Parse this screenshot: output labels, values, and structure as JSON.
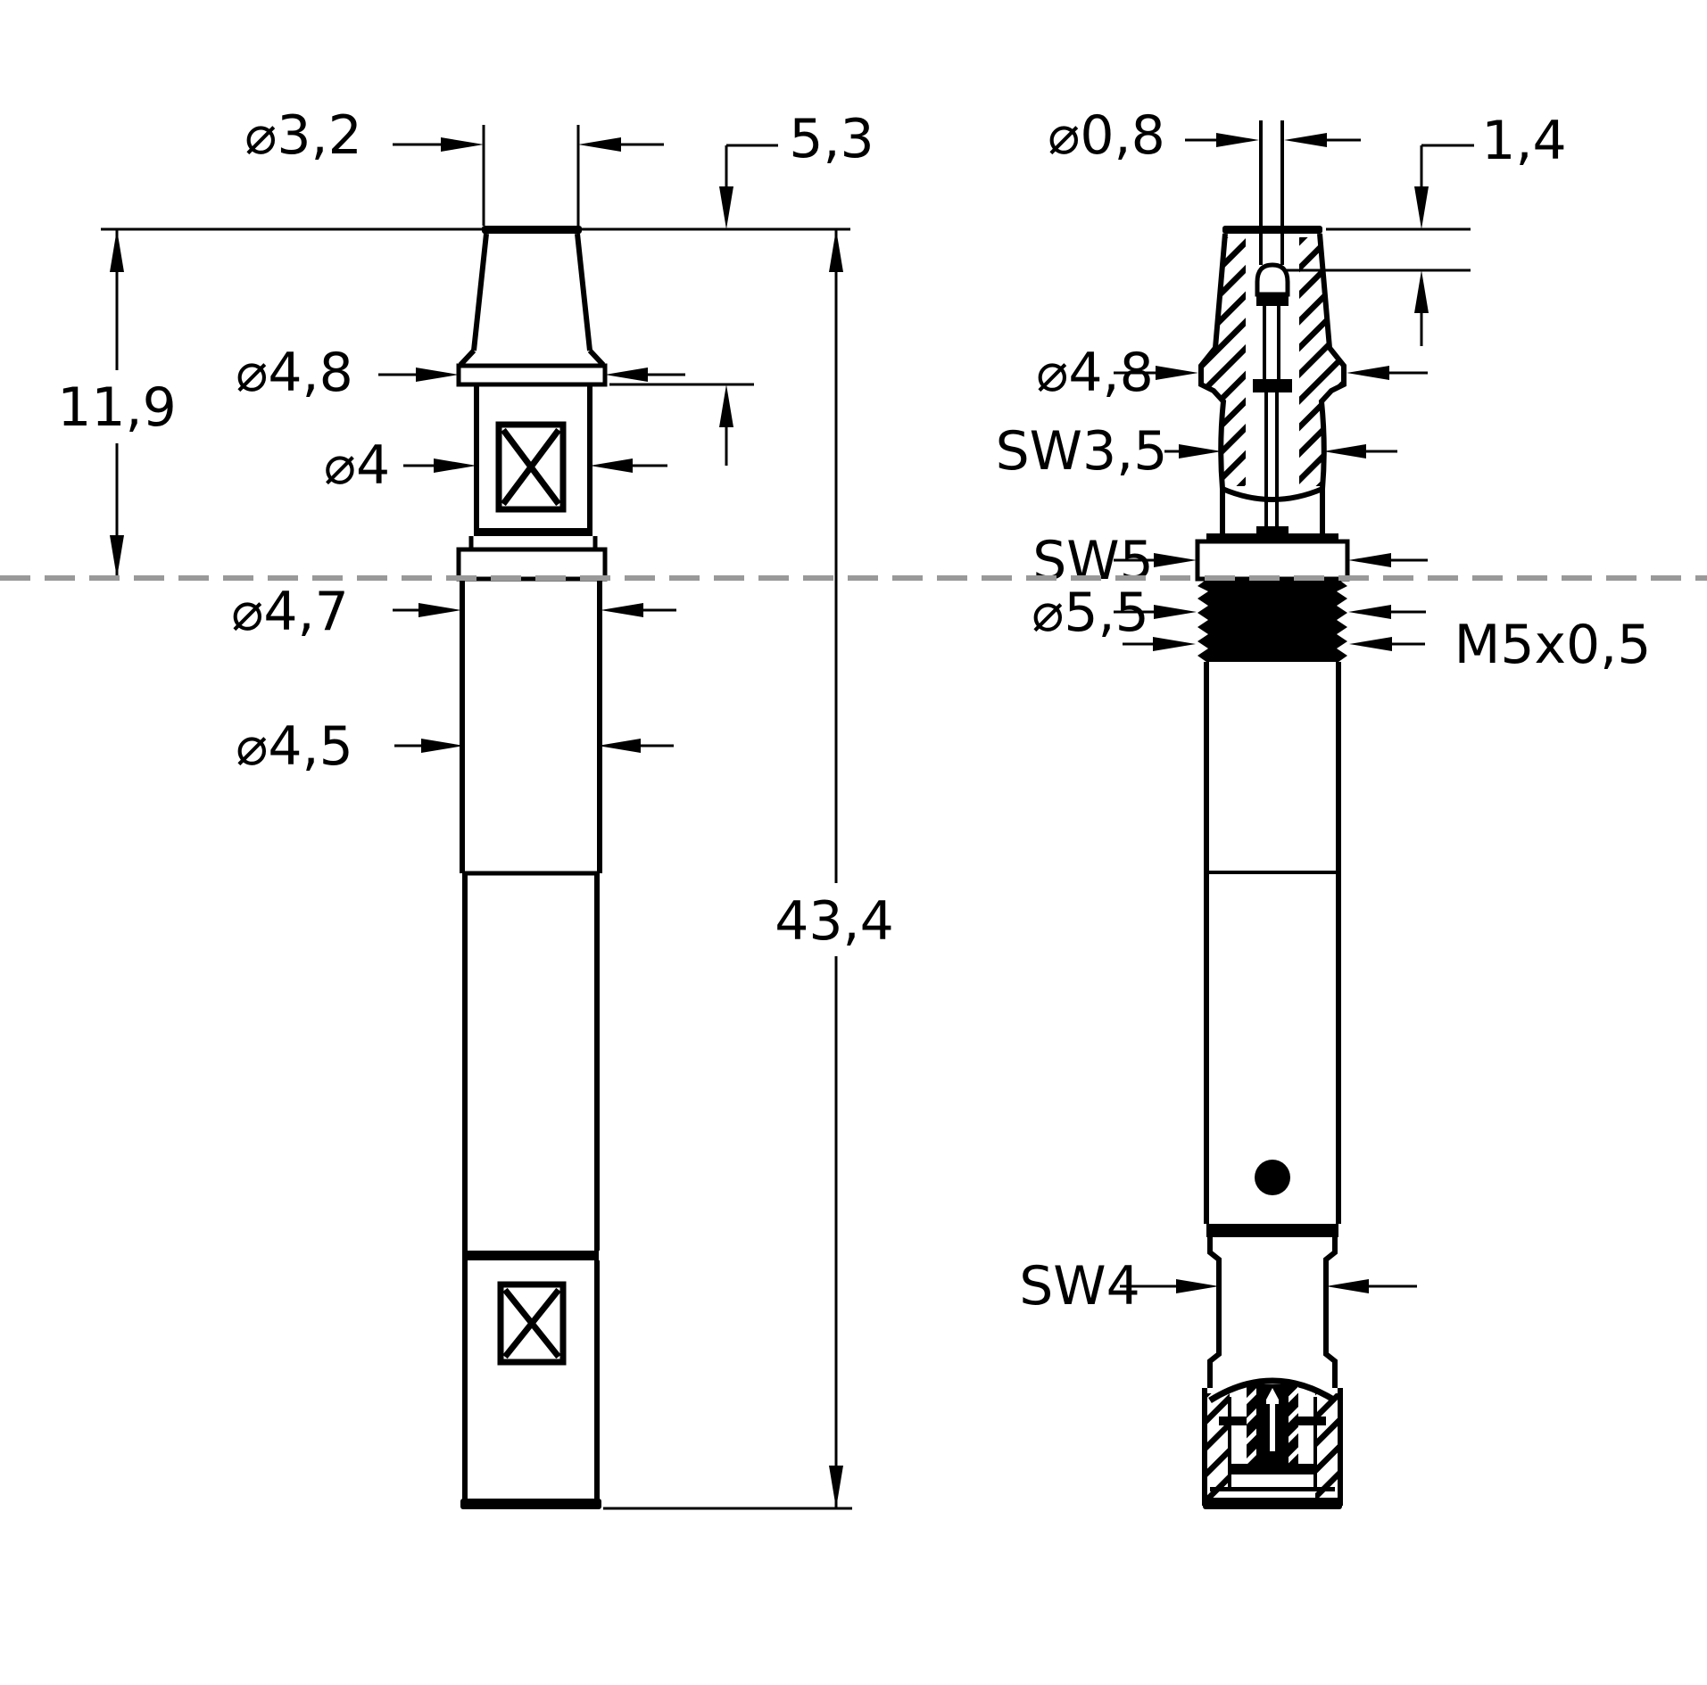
{
  "drawing": {
    "labels": {
      "dia_3_2": "⌀3,2",
      "len_5_3": "5,3",
      "len_11_9": "11,9",
      "dia_4_8_left": "⌀4,8",
      "dia_4": "⌀4",
      "dia_4_7": "⌀4,7",
      "dia_4_5": "⌀4,5",
      "len_43_4": "43,4",
      "dia_0_8": "⌀0,8",
      "len_1_4": "1,4",
      "dia_4_8_right": "⌀4,8",
      "sw_3_5": "SW3,5",
      "sw_5": "SW5",
      "dia_5_5": "⌀5,5",
      "thread": "M5x0,5",
      "sw_4": "SW4"
    },
    "colors": {
      "line": "#000000",
      "centerline": "#999999",
      "cross": "#8f8f8f",
      "background": "#ffffff"
    }
  }
}
